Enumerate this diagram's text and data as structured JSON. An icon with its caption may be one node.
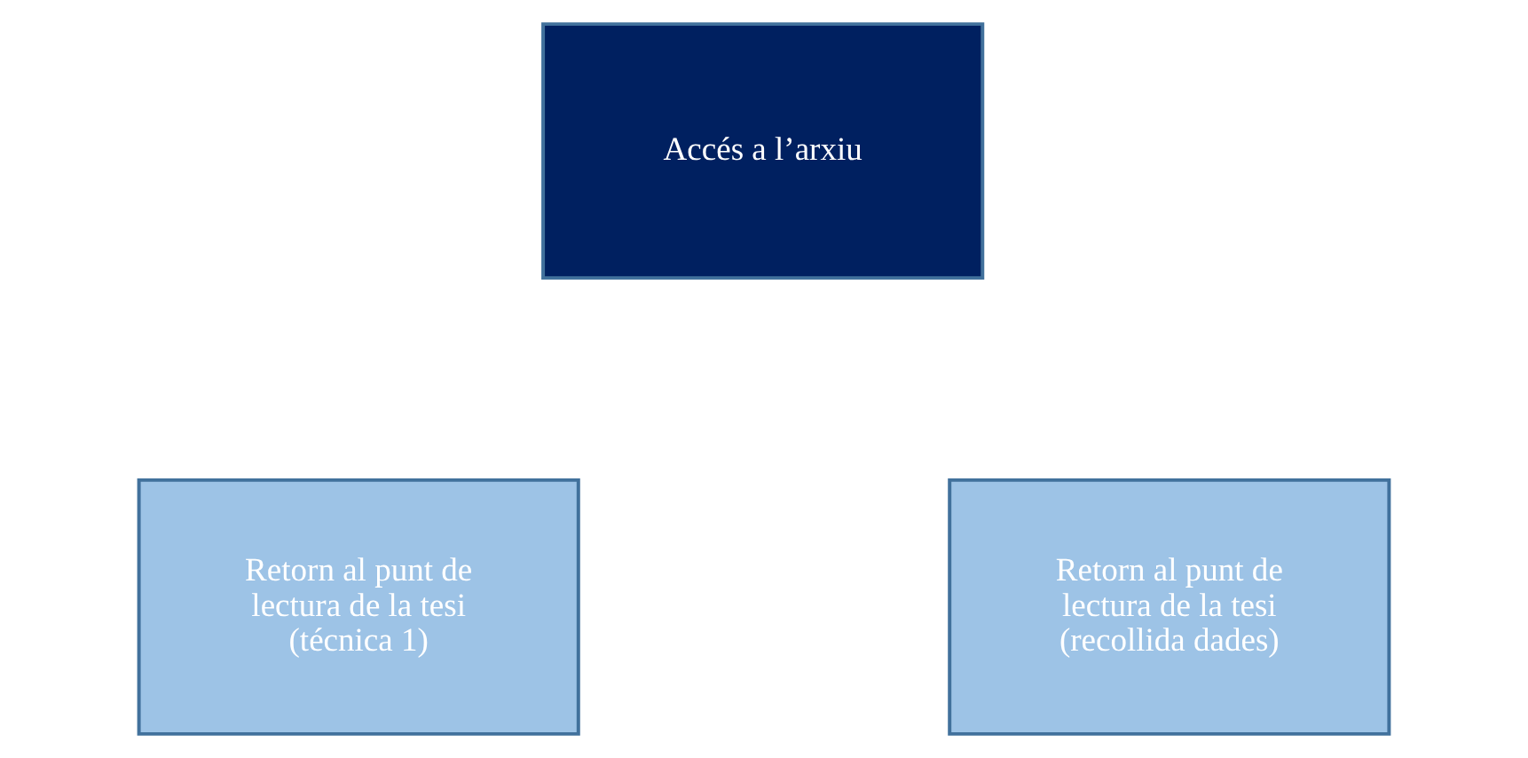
{
  "diagram": {
    "nodes": [
      {
        "text": [
          "Accés a l’arxiu"
        ]
      },
      {
        "text": [
          "Retorn al punt de lectura de la tesi (técnica 1)"
        ]
      },
      {
        "text": [
          "Retorn al punt de lectura de la tesi (recollida dades)"
        ]
      }
    ]
  }
}
